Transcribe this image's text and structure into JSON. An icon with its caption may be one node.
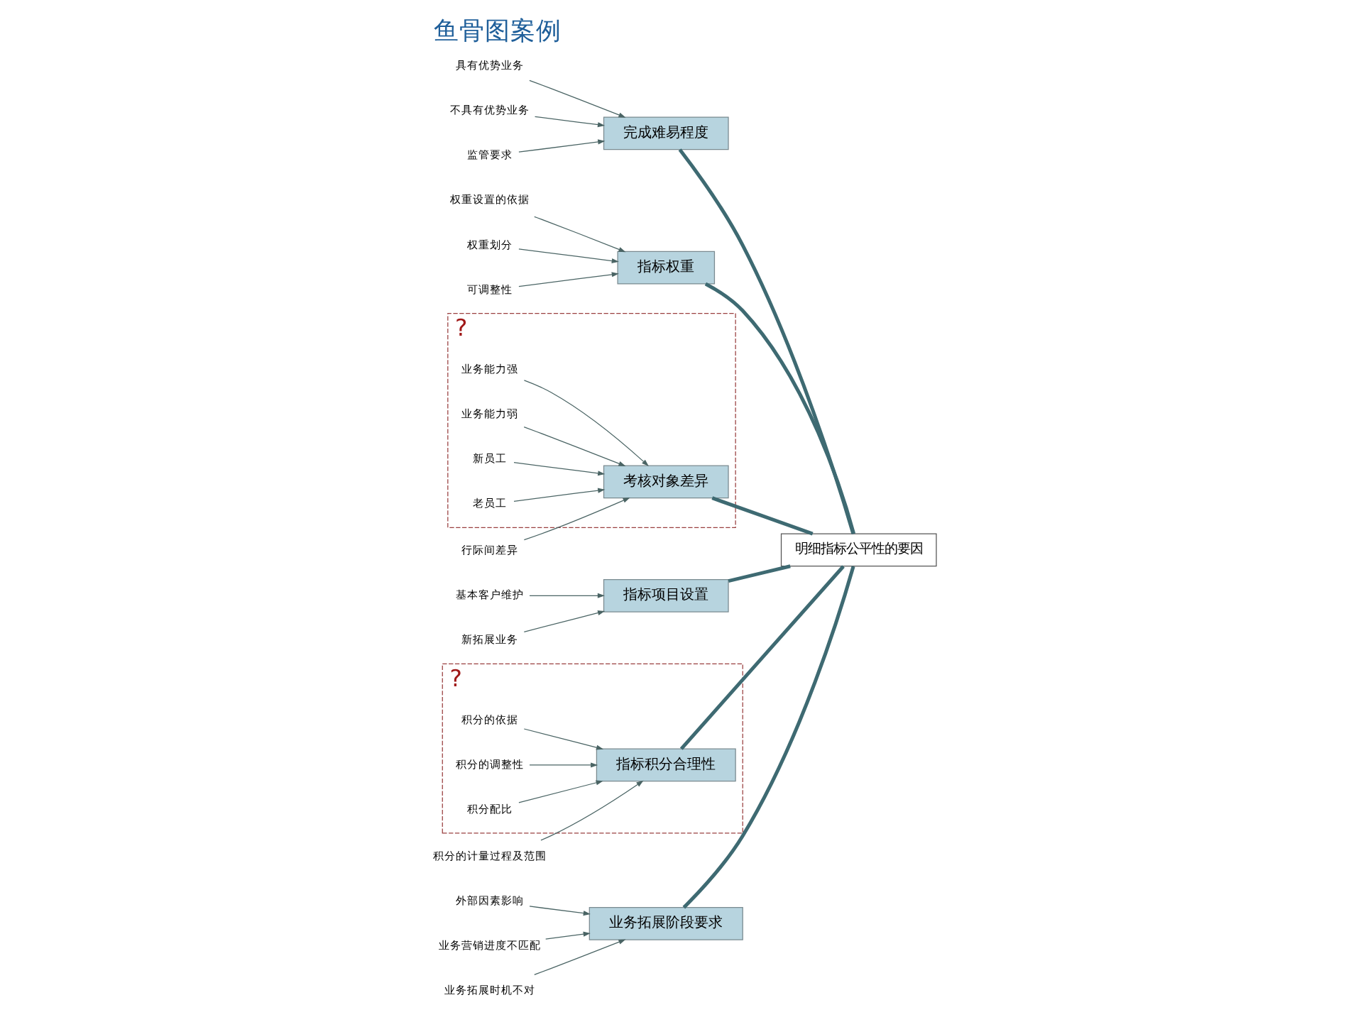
{
  "diagram": {
    "title": "鱼骨图案例",
    "nodes": [
      {
        "text": [
          "业务拓展阶段要求"
        ]
      },
      {
        "text": [
          "完成难易程度"
        ]
      },
      {
        "text": [
          "指标权重"
        ]
      },
      {
        "text": [
          "外部因素影响"
        ]
      },
      {
        "text": [
          "业务营销进度不匹配"
        ]
      },
      {
        "text": [
          "业务拓展时机不对"
        ]
      },
      {
        "text": [
          "具有优势业务"
        ]
      },
      {
        "text": [
          "不具有优势业务"
        ]
      },
      {
        "text": [
          "监管要求"
        ]
      },
      {
        "text": [
          "权重设置的依据"
        ]
      },
      {
        "text": [
          "权重划分"
        ]
      },
      {
        "text": [
          "可调整性"
        ]
      },
      {
        "text": [
          "明细指标公平性的要因"
        ]
      },
      {
        "text": [
          "?"
        ]
      },
      {
        "text": [
          "业务能力强"
        ],
        "in": 13
      },
      {
        "text": [
          "业务能力弱"
        ],
        "in": 13
      },
      {
        "text": [
          "新员工"
        ],
        "in": 13
      },
      {
        "text": [
          "老员工"
        ],
        "in": 13
      },
      {
        "text": [
          "行际间差异"
        ]
      },
      {
        "text": [
          "考核对象差异"
        ],
        "in": 13
      },
      {
        "text": [
          "基本客户维护"
        ]
      },
      {
        "text": [
          "新拓展业务"
        ]
      },
      {
        "text": [
          "指标项目设置"
        ]
      },
      {
        "text": [
          "?"
        ]
      },
      {
        "text": [
          "积分的依据"
        ],
        "in": 23
      },
      {
        "text": [
          "积分的调整性"
        ],
        "in": 23
      },
      {
        "text": [
          "积分的计量过程及范围"
        ]
      },
      {
        "text": [
          "积分配比"
        ],
        "in": 23
      },
      {
        "text": [
          "指标积分合理性"
        ],
        "in": 23
      }
    ],
    "edges": [
      {
        "from": 3,
        "to": 0,
        "arrow": "to"
      },
      {
        "from": 4,
        "to": 0,
        "arrow": "to"
      },
      {
        "from": 5,
        "to": 0,
        "arrow": "to"
      },
      {
        "from": 6,
        "to": 1,
        "arrow": "to"
      },
      {
        "from": 7,
        "to": 1,
        "arrow": "to"
      },
      {
        "from": 8,
        "to": 1,
        "arrow": "to"
      },
      {
        "from": 9,
        "to": 2,
        "arrow": "to"
      },
      {
        "from": 10,
        "to": 2,
        "arrow": "to"
      },
      {
        "from": 11,
        "to": 2,
        "arrow": "to"
      },
      {
        "from": 14,
        "to": 19,
        "arrow": "to"
      },
      {
        "from": 15,
        "to": 19,
        "arrow": "to"
      },
      {
        "from": 16,
        "to": 19,
        "arrow": "to"
      },
      {
        "from": 17,
        "to": 19,
        "arrow": "to"
      },
      {
        "from": 18,
        "to": 19,
        "arrow": "to"
      },
      {
        "from": 20,
        "to": 22,
        "arrow": "to"
      },
      {
        "from": 21,
        "to": 22,
        "arrow": "to"
      },
      {
        "from": 24,
        "to": 28,
        "arrow": "to"
      },
      {
        "from": 25,
        "to": 28,
        "arrow": "to"
      },
      {
        "from": 26,
        "to": 28,
        "arrow": "to"
      },
      {
        "from": 27,
        "to": 28,
        "arrow": "to"
      },
      {
        "from": 0,
        "to": 12,
        "arrow": "none",
        "style": "thick",
        "color": "#3e6a72"
      },
      {
        "from": 1,
        "to": 12,
        "arrow": "none",
        "style": "thick",
        "color": "#3e6a72"
      },
      {
        "from": 2,
        "to": 12,
        "arrow": "none",
        "style": "thick",
        "color": "#3e6a72"
      },
      {
        "from": 19,
        "to": 12,
        "arrow": "none",
        "style": "thick",
        "color": "#3e6a72"
      },
      {
        "from": 22,
        "to": 12,
        "arrow": "none",
        "style": "thick",
        "color": "#3e6a72"
      },
      {
        "from": 28,
        "to": 12,
        "arrow": "none",
        "style": "thick",
        "color": "#3e6a72"
      }
    ]
  }
}
